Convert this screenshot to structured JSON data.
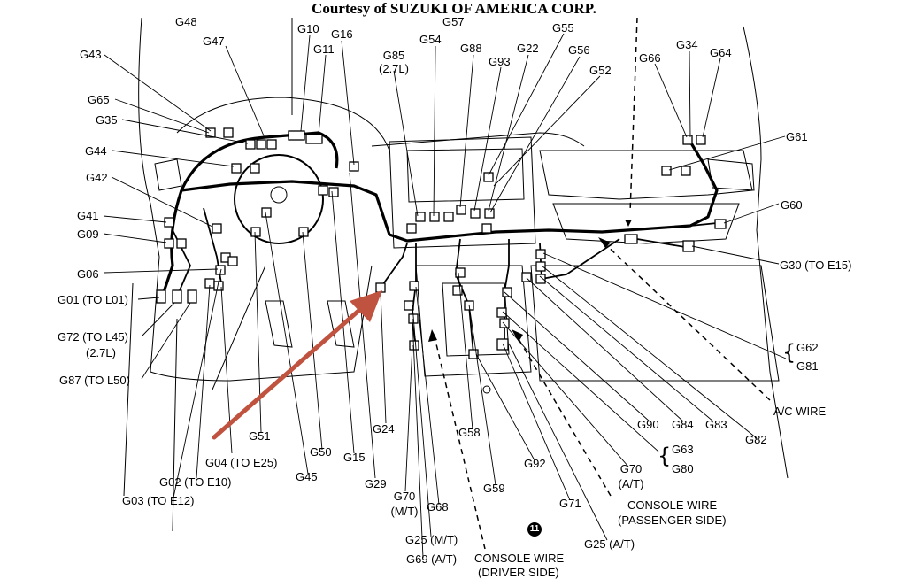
{
  "title": "Courtesy of SUZUKI OF AMERICA CORP.",
  "labels": {
    "g48": "G48",
    "g47": "G47",
    "g43": "G43",
    "g65": "G65",
    "g35": "G35",
    "g44": "G44",
    "g42": "G42",
    "g41": "G41",
    "g09": "G09",
    "g06": "G06",
    "g01": "G01 (TO L01)",
    "g72": "G72 (TO L45)",
    "g72_sub": "(2.7L)",
    "g87": "G87 (TO L50)",
    "g10": "G10",
    "g11": "G11",
    "g16": "G16",
    "g85": "G85",
    "g85_sub": "(2.7L)",
    "g54": "G54",
    "g57": "G57",
    "g88": "G88",
    "g93": "G93",
    "g22": "G22",
    "g55": "G55",
    "g56": "G56",
    "g52": "G52",
    "g66": "G66",
    "g34": "G34",
    "g64": "G64",
    "g61": "G61",
    "g60": "G60",
    "g30": "G30 (TO E15)",
    "g62": "G62",
    "g81": "G81",
    "ac": "A/C WIRE",
    "g82": "G82",
    "g90": "G90",
    "g84": "G84",
    "g83": "G83",
    "g63": "G63",
    "g80": "G80",
    "g70at": "G70",
    "g70at_sub": "(A/T)",
    "cw_pass": "CONSOLE WIRE",
    "cw_pass_sub": "(PASSENGER SIDE)",
    "g71": "G71",
    "g25at": "G25 (A/T)",
    "g92": "G92",
    "g59": "G59",
    "g58": "G58",
    "cw_drv": "CONSOLE WIRE",
    "cw_drv_sub": "(DRIVER SIDE)",
    "g69": "G69 (A/T)",
    "g25mt": "G25 (M/T)",
    "g68": "G68",
    "g70mt": "G70",
    "g70mt_sub": "(M/T)",
    "g24": "G24",
    "g29": "G29",
    "g15": "G15",
    "g50": "G50",
    "g45": "G45",
    "g51": "G51",
    "g04": "G04 (TO E25)",
    "g02": "G02 (TO E10)",
    "g03": "G03 (TO E12)",
    "badge": "11"
  },
  "colors": {
    "line": "#000000",
    "arrow": "#c0533f",
    "background": "#ffffff"
  }
}
